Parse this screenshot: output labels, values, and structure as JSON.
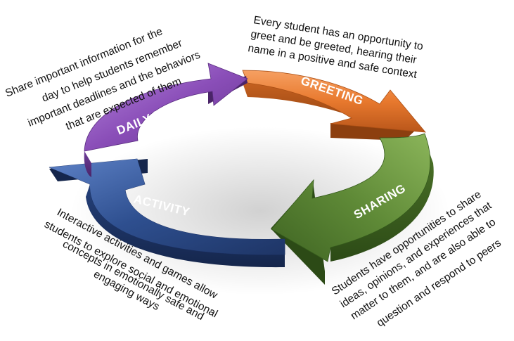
{
  "diagram": {
    "stages": [
      {
        "key": "greeting",
        "label": "GREETING",
        "color": "#E8792E",
        "description": [
          "Every student has an opportunity to",
          "greet and be greeted, hearing their",
          "name in a positive and safe context"
        ]
      },
      {
        "key": "sharing",
        "label": "SHARING",
        "color": "#5F8A37",
        "description": [
          "Students have opportunities to share",
          "ideas, opinions, and experiences that",
          "matter to them, and are also able to",
          "question and respond to peers"
        ]
      },
      {
        "key": "activity",
        "label": "ACTIVITY",
        "color": "#2E4F8F",
        "description": [
          "Interactive activities and games allow",
          "students to explore social and emotional",
          "concepts in emotionally safe and",
          "engaging ways"
        ]
      },
      {
        "key": "daily-news",
        "label": "DAILY NEWS",
        "color": "#8A4EB8",
        "description": [
          "Share important information for the",
          "day to help students remember",
          "important deadlines and the behaviors",
          "that are expected of them"
        ]
      }
    ]
  }
}
